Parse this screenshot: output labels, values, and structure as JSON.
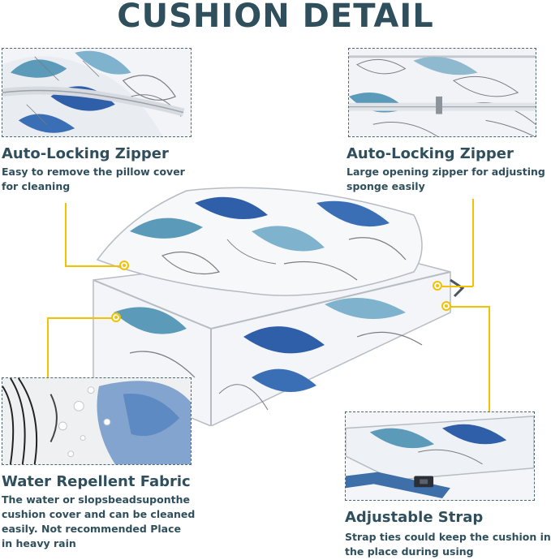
{
  "title": "CUSHION DETAIL",
  "features": {
    "top_left": {
      "heading": "Auto-Locking Zipper",
      "lines": [
        "Easy to remove the pillow cover",
        "for cleaning"
      ]
    },
    "top_right": {
      "heading": "Auto-Locking Zipper",
      "lines": [
        "Large opening zipper for adjusting",
        "sponge easily"
      ]
    },
    "bottom_left": {
      "heading": "Water Repellent Fabric",
      "lines": [
        "The water or slopsbeadsuponthe",
        "cushion cover and can be cleaned",
        "easily. Not recommended Place",
        "in heavy rain"
      ]
    },
    "bottom_right": {
      "heading": "Adjustable Strap",
      "lines": [
        "Strap ties could keep the cushion in",
        "the place during using"
      ]
    }
  },
  "colors": {
    "heading": "#2f4f5c",
    "accent": "#f2c200",
    "border": "#4a6772",
    "leaf_blue": "#2f5fa8",
    "leaf_teal": "#5b9ab8",
    "leaf_gray": "#7b7d85"
  }
}
